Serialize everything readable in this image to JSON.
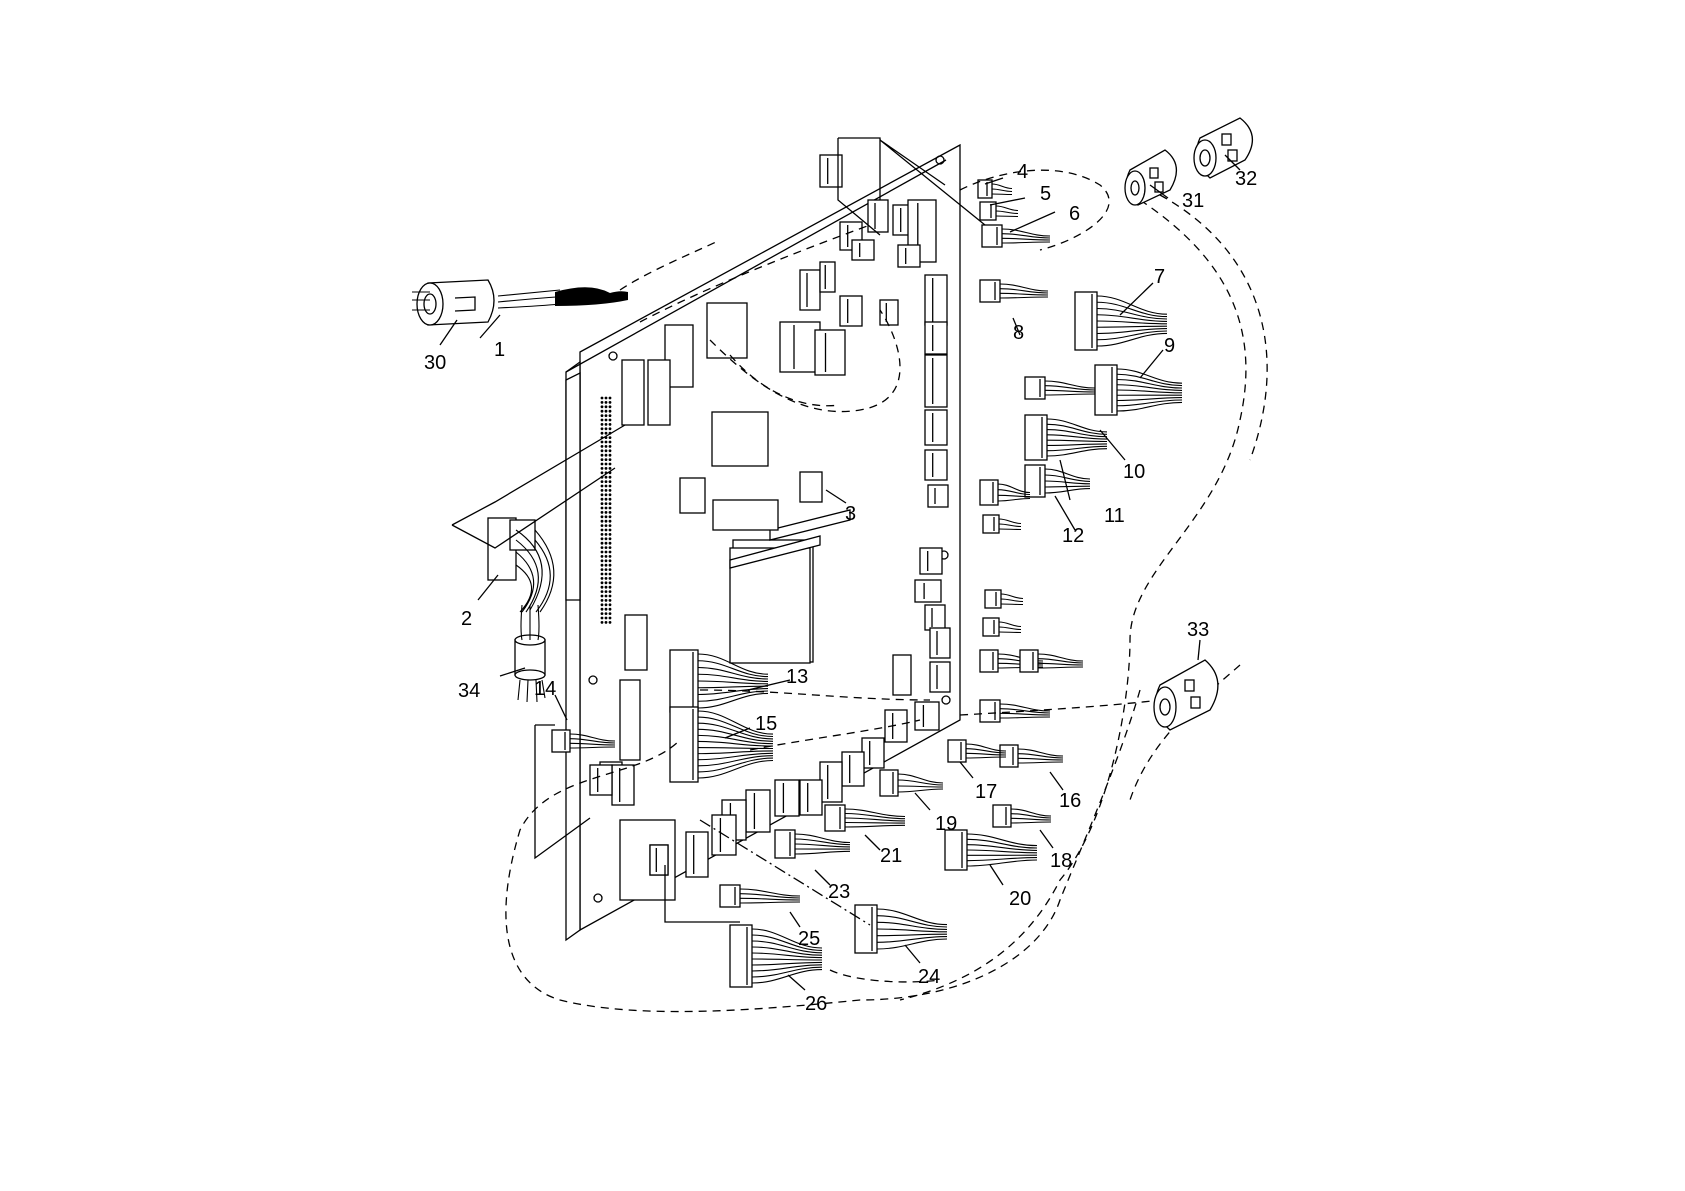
{
  "callouts": [
    {
      "id": "c1",
      "text": "1"
    },
    {
      "id": "c2",
      "text": "2"
    },
    {
      "id": "c3",
      "text": "3"
    },
    {
      "id": "c4",
      "text": "4"
    },
    {
      "id": "c5",
      "text": "5"
    },
    {
      "id": "c6",
      "text": "6"
    },
    {
      "id": "c7",
      "text": "7"
    },
    {
      "id": "c8",
      "text": "8"
    },
    {
      "id": "c9",
      "text": "9"
    },
    {
      "id": "c10",
      "text": "10"
    },
    {
      "id": "c11",
      "text": "11"
    },
    {
      "id": "c12",
      "text": "12"
    },
    {
      "id": "c13",
      "text": "13"
    },
    {
      "id": "c14",
      "text": "14"
    },
    {
      "id": "c15",
      "text": "15"
    },
    {
      "id": "c16",
      "text": "16"
    },
    {
      "id": "c17",
      "text": "17"
    },
    {
      "id": "c18",
      "text": "18"
    },
    {
      "id": "c19",
      "text": "19"
    },
    {
      "id": "c20",
      "text": "20"
    },
    {
      "id": "c21",
      "text": "21"
    },
    {
      "id": "c23",
      "text": "23"
    },
    {
      "id": "c24",
      "text": "24"
    },
    {
      "id": "c25",
      "text": "25"
    },
    {
      "id": "c26",
      "text": "26"
    },
    {
      "id": "c30",
      "text": "30"
    },
    {
      "id": "c31",
      "text": "31"
    },
    {
      "id": "c32",
      "text": "32"
    },
    {
      "id": "c33",
      "text": "33"
    },
    {
      "id": "c34",
      "text": "34"
    }
  ]
}
